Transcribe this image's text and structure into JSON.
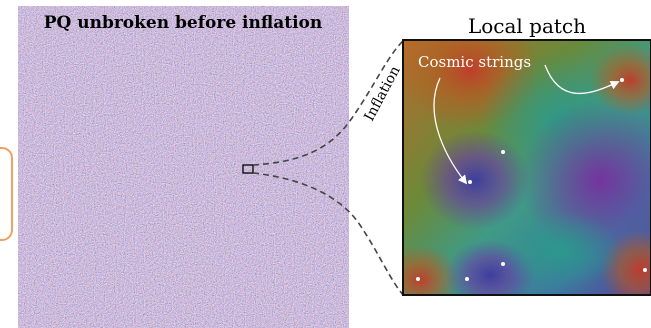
{
  "left_panel": {
    "title": "PQ unbroken before inflation"
  },
  "arrow": {
    "label": "Inflation"
  },
  "right_panel": {
    "title": "Local patch",
    "annotation": "Cosmic strings"
  },
  "colors": {
    "orange_box": "#f0a060",
    "string_core": "#ffffff",
    "frame": "#111111"
  }
}
